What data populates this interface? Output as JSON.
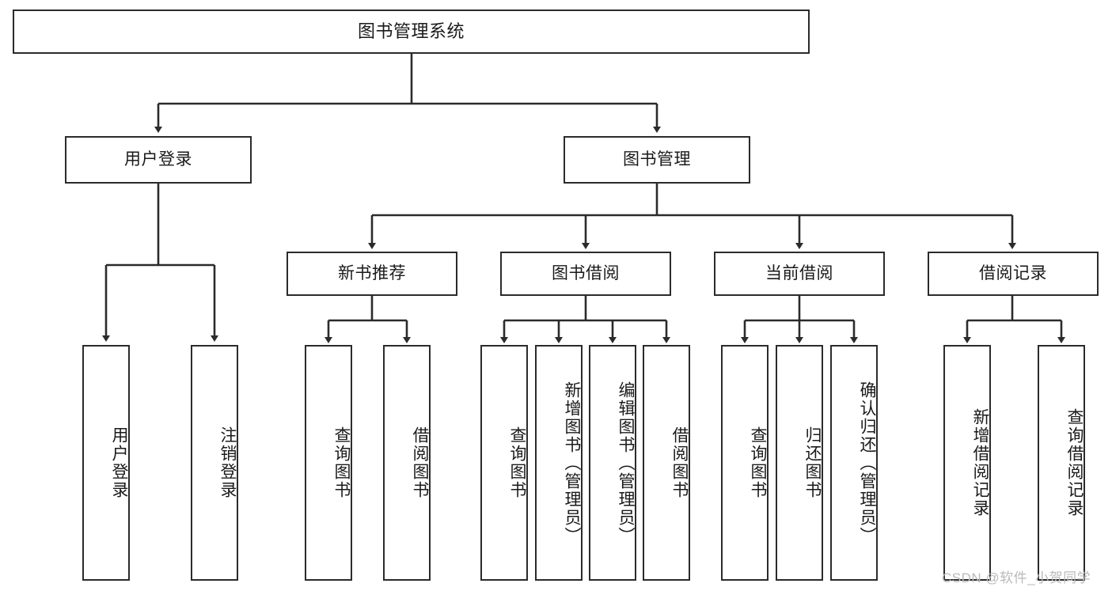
{
  "diagram": {
    "title": "图书管理系统",
    "type": "tree-hierarchy-chart",
    "root": {
      "label": "图书管理系统"
    },
    "level2": [
      {
        "label": "用户登录"
      },
      {
        "label": "图书管理"
      }
    ],
    "level3": [
      {
        "label": "新书推荐"
      },
      {
        "label": "图书借阅"
      },
      {
        "label": "当前借阅"
      },
      {
        "label": "借阅记录"
      }
    ],
    "leaves": {
      "user_login": [
        {
          "label": "用户登录"
        },
        {
          "label": "注销登录"
        }
      ],
      "new_book_recommend": [
        {
          "label": "查询图书"
        },
        {
          "label": "借阅图书"
        }
      ],
      "book_borrow": [
        {
          "label": "查询图书"
        },
        {
          "label": "新增图书（管理员）"
        },
        {
          "label": "编辑图书（管理员）"
        },
        {
          "label": "借阅图书"
        }
      ],
      "current_borrow": [
        {
          "label": "查询图书"
        },
        {
          "label": "归还图书"
        },
        {
          "label": "确认归还（管理员）"
        }
      ],
      "borrow_records": [
        {
          "label": "新增借阅记录"
        },
        {
          "label": "查询借阅记录"
        }
      ]
    }
  },
  "watermark": {
    "text": "CSDN @软件_小贺同学"
  },
  "colors": {
    "border": "#2b2b2b",
    "background": "#ffffff",
    "text": "#1a1a1a",
    "watermark": "#b9b9b9"
  }
}
